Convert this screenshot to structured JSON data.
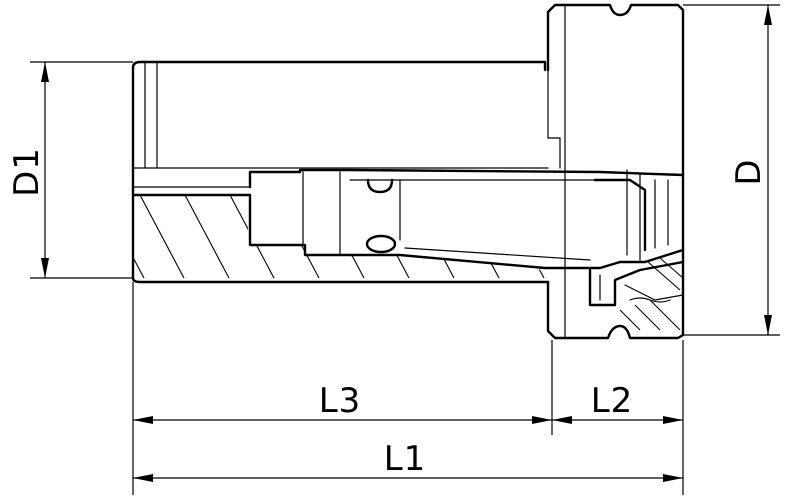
{
  "drawing": {
    "dimensions": {
      "d1": "D1",
      "d": "D",
      "l1": "L1",
      "l2": "L2",
      "l3": "L3"
    }
  }
}
